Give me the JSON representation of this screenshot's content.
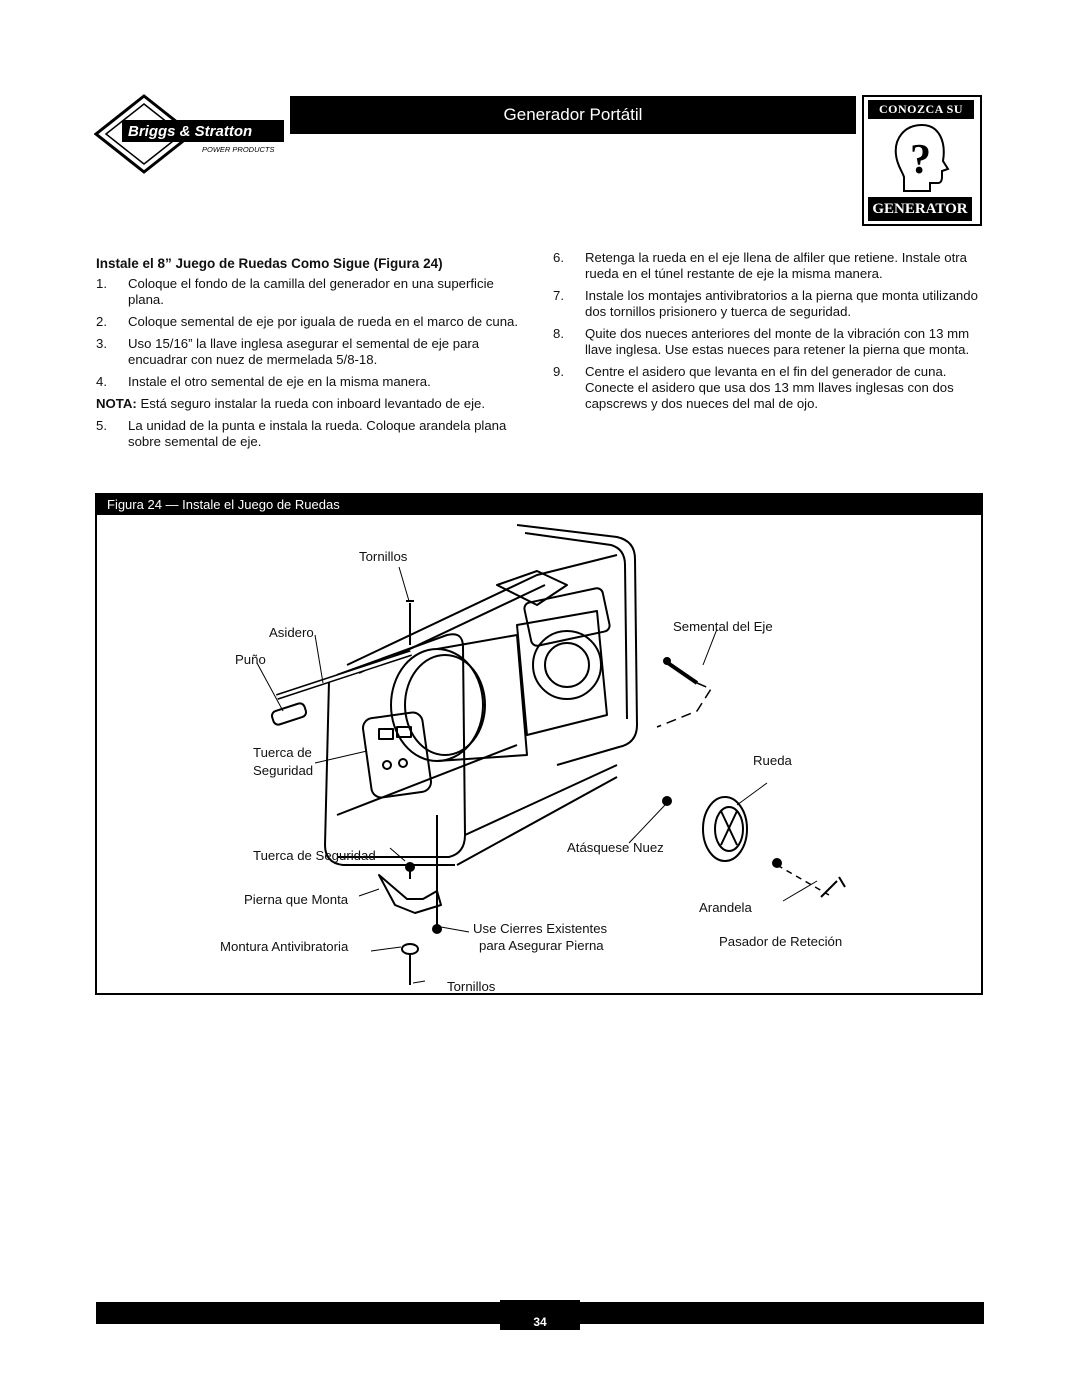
{
  "header": {
    "brand": "Briggs & Stratton",
    "brand_sub": "POWER PRODUCTS",
    "title": "Generador Portátil",
    "badge_top": "CONOZCA SU",
    "badge_bottom": "GENERATOR"
  },
  "left_column": {
    "heading": "Instale el 8” Juego de Ruedas Como Sigue (Figura 24)",
    "steps": [
      {
        "num": "1.",
        "text": "Coloque el fondo de la camilla del generador en una superficie plana."
      },
      {
        "num": "2.",
        "text": "Coloque semental de eje por iguala de rueda en el marco de cuna."
      },
      {
        "num": "3.",
        "text": "Uso 15/16” la llave inglesa asegurar el semental de eje para encuadrar con nuez de mermelada 5/8-18."
      },
      {
        "num": "4.",
        "text": "Instale el otro semental de eje en la misma manera."
      }
    ],
    "note_label": "NOTA:",
    "note_text": " Está seguro instalar la rueda con inboard levantado de eje.",
    "step5": {
      "num": "5.",
      "text": "La unidad de la punta e instala la rueda. Coloque arandela plana sobre semental de eje."
    }
  },
  "right_column": {
    "steps": [
      {
        "num": "6.",
        "text": "Retenga la rueda en el eje llena de alfiler que retiene. Instale otra rueda en el túnel restante de eje la misma manera."
      },
      {
        "num": "7.",
        "text": "Instale los montajes antivibratorios a la pierna que monta utilizando dos tornillos prisionero y tuerca de seguridad."
      },
      {
        "num": "8.",
        "text": "Quite dos nueces anteriores del monte de la vibración con 13 mm llave inglesa. Use estas nueces para retener la pierna que monta."
      },
      {
        "num": "9.",
        "text": "Centre el asidero que levanta en el fin del generador de cuna. Conecte el asidero que usa dos 13 mm llaves inglesas con dos capscrews y dos nueces del mal de ojo."
      }
    ]
  },
  "figure": {
    "title": "Figura 24 — Instale el Juego de Ruedas",
    "labels": {
      "tornillos_top": "Tornillos",
      "asidero": "Asidero",
      "puno": "Puño",
      "tuerca_seg_1": "Tuerca de",
      "tuerca_seg_2": "Seguridad",
      "tuerca_seguridad": "Tuerca de Seguridad",
      "pierna": "Pierna que Monta",
      "montura": "Montura Antivibratoria",
      "tornillos_bottom": "Tornillos",
      "cierres_1": "Use Cierres Existentes",
      "cierres_2": "para Asegurar Pierna",
      "atasquese": "Atásquese Nuez",
      "semental": "Semental del Eje",
      "rueda": "Rueda",
      "arandela": "Arandela",
      "pasador": "Pasador de Reteción"
    }
  },
  "footer": {
    "page_number": "34"
  }
}
